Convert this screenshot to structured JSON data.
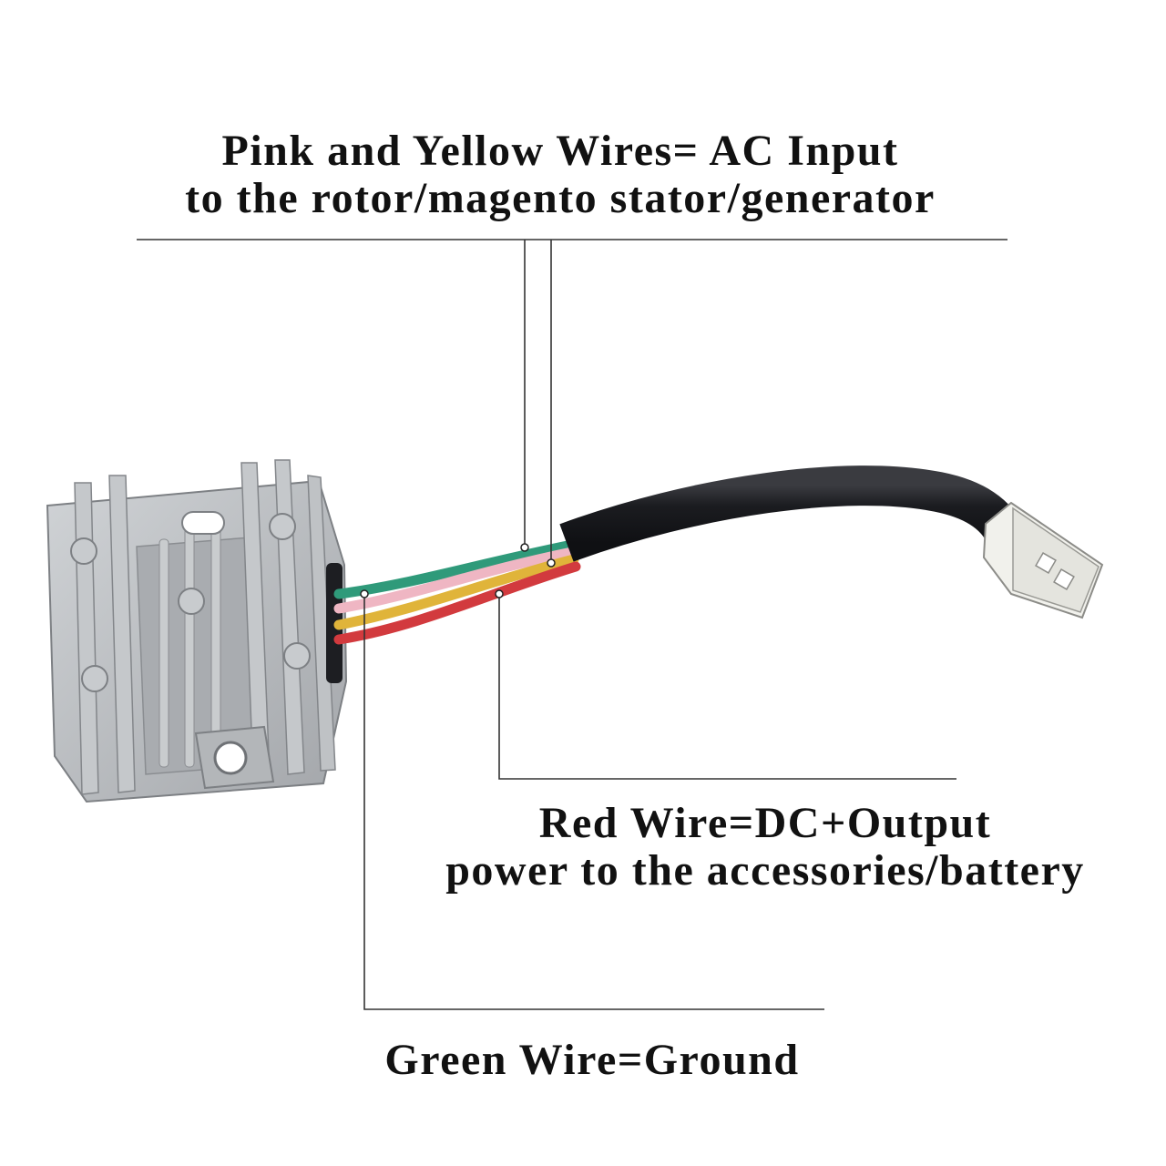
{
  "labels": {
    "ac_input": {
      "line1": "Pink and Yellow Wires= AC Input",
      "line2": "to the rotor/magento stator/generator"
    },
    "dc_output": {
      "line1": "Red Wire=DC+Output",
      "line2": "power to the accessories/battery"
    },
    "ground": {
      "line1": "Green Wire=Ground"
    }
  },
  "colors": {
    "text": "#111111",
    "leader_line": "#333333",
    "heatsink": "#b9bcbf",
    "heatsink_shadow": "#8e9195",
    "wire_green": "#2f9a7a",
    "wire_pink": "#efb6c3",
    "wire_yellow": "#e0b43a",
    "wire_red": "#d23a3e",
    "sheath": "#1b1c20",
    "connector": "#f1f1ec"
  }
}
